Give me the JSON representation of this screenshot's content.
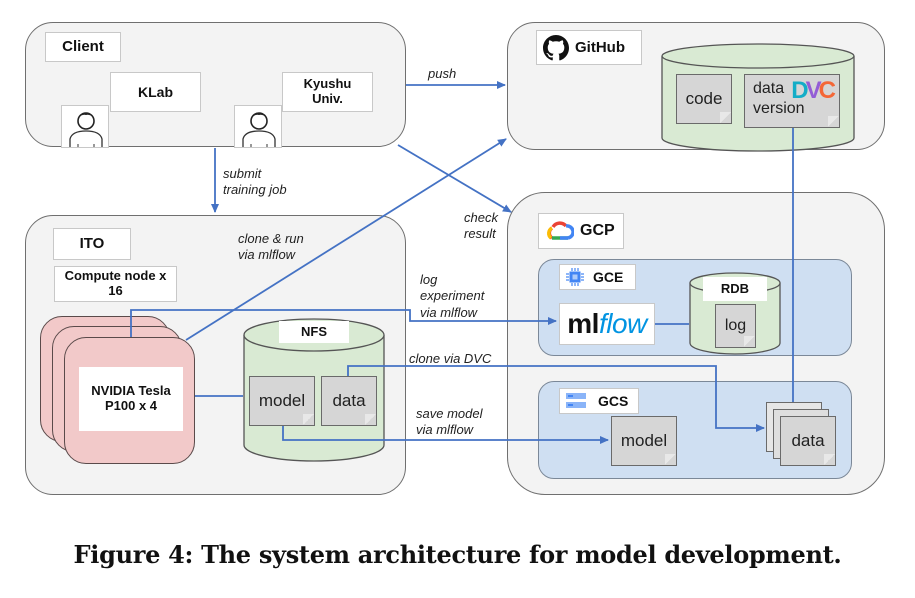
{
  "caption": "Figure 4: The system architecture for model development.",
  "client": {
    "title": "Client",
    "users": [
      {
        "name": "KLab",
        "icon": "person-icon"
      },
      {
        "name": "Kyushu Univ.",
        "icon": "person-icon"
      }
    ]
  },
  "github": {
    "title": "GitHub",
    "icon": "github-icon",
    "repo": {
      "code": "code",
      "data_version": "data version",
      "dvc_logo": "DVC"
    }
  },
  "ito": {
    "title": "ITO",
    "compute_node": "Compute node x 16",
    "gpu": "NVIDIA Tesla P100 x 4",
    "nfs": {
      "title": "NFS",
      "model": "model",
      "data": "data"
    }
  },
  "gcp": {
    "title": "GCP",
    "icon": "google-cloud-icon",
    "gce": {
      "title": "GCE",
      "icon": "chip-icon",
      "mlflow_logo": {
        "ml": "ml",
        "flow": "flow"
      },
      "rdb": {
        "title": "RDB",
        "log": "log"
      }
    },
    "gcs": {
      "title": "GCS",
      "icon": "storage-icon",
      "model": "model",
      "data": "data"
    }
  },
  "edges": {
    "push": "push",
    "submit": "submit\ntraining job",
    "clone_run": "clone & run\nvia mlflow",
    "check_result": "check\nresult",
    "log_experiment": "log\nexperiment\nvia mlflow",
    "clone_dvc": "clone via DVC",
    "save_model": "save model\nvia mlflow"
  },
  "colors": {
    "arrow": "#4472c4",
    "panel_bg": "#f3f3f3",
    "subpanel_bg": "#cfdff2",
    "cylinder_bg": "#d9ead3",
    "gpu_bg": "#f2c9c9",
    "mlflow_blue": "#0194e2"
  }
}
